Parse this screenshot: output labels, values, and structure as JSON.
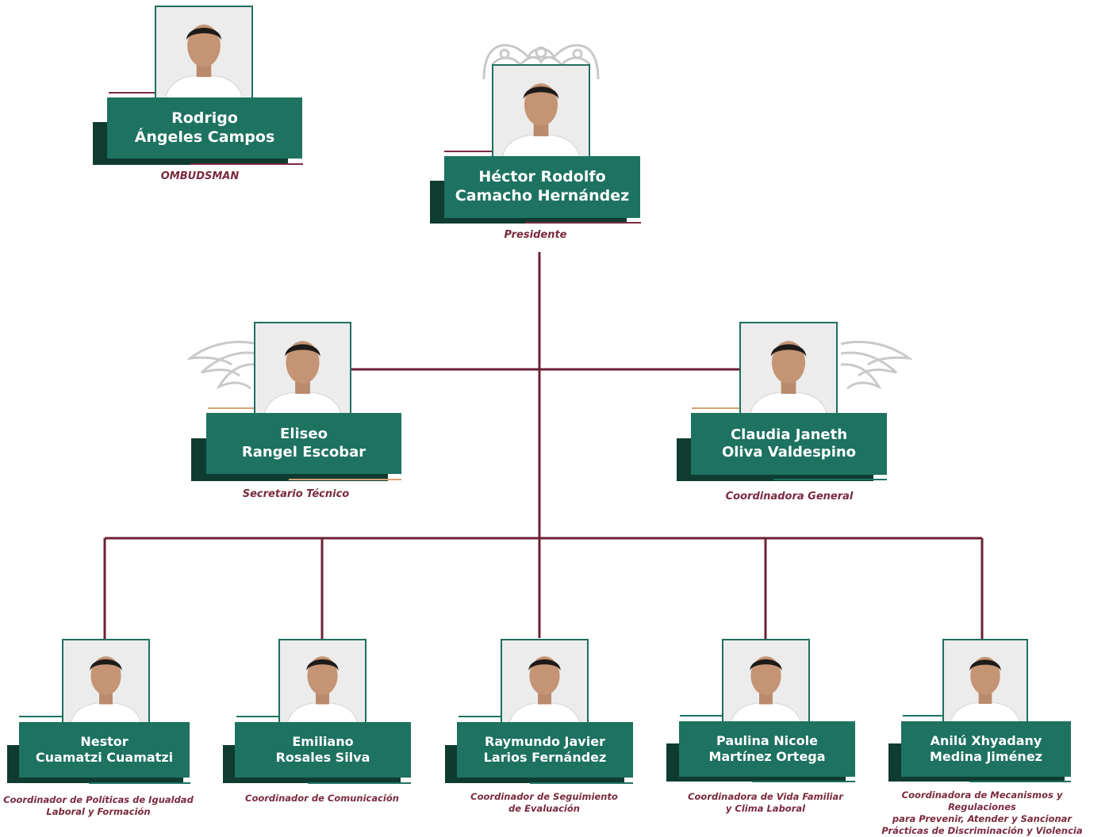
{
  "chart": {
    "people": {
      "ombudsman": {
        "name_line1": "Rodrigo",
        "name_line2": "Ángeles Campos",
        "role": "OMBUDSMAN"
      },
      "president": {
        "name_line1": "Héctor Rodolfo",
        "name_line2": "Camacho Hernández",
        "role": "Presidente"
      },
      "technical_secretary": {
        "name_line1": "Eliseo",
        "name_line2": "Rangel Escobar",
        "role": "Secretario Técnico"
      },
      "general_coordinator": {
        "name_line1": "Claudia Janeth",
        "name_line2": "Oliva Valdespino",
        "role": "Coordinadora General"
      },
      "equality_coordinator": {
        "name_line1": "Nestor",
        "name_line2": "Cuamatzi Cuamatzi",
        "role_line1": "Coordinador de Políticas de Igualdad",
        "role_line2": "Laboral y Formación"
      },
      "communication_coordinator": {
        "name_line1": "Emiliano",
        "name_line2": "Rosales Silva",
        "role_line1": "Coordinador de Comunicación"
      },
      "evaluation_coordinator": {
        "name_line1": "Raymundo Javier",
        "name_line2": "Larios Fernández",
        "role_line1": "Coordinador de Seguimiento",
        "role_line2": "de Evaluación"
      },
      "family_life_coordinator": {
        "name_line1": "Paulina Nicole",
        "name_line2": "Martínez Ortega",
        "role_line1": "Coordinadora de Vida Familiar",
        "role_line2": "y Clima Laboral"
      },
      "mechanisms_coordinator": {
        "name_line1": "Anilú Xhyadany",
        "name_line2": "Medina Jiménez",
        "role_line1": "Coordinadora de Mecanismos y Regulaciones",
        "role_line2": "para Prevenir, Atender y Sancionar",
        "role_line3": "Prácticas de Discriminación y Violencia"
      }
    }
  },
  "colors": {
    "green": "#1d7260",
    "dark_green": "#0f3b31",
    "maroon": "#7a2a3e",
    "gold": "#d4a373"
  }
}
